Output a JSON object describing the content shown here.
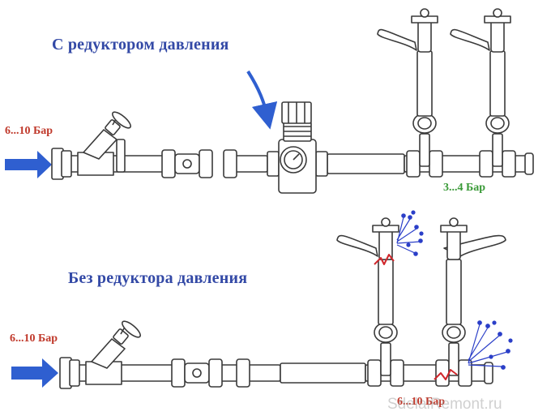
{
  "top": {
    "title": "С редуктором давления",
    "inlet_pressure": "6...10 Бар",
    "outlet_pressure": "3...4 Бар"
  },
  "bottom": {
    "title": "Без редуктора давления",
    "inlet_pressure": "6...10 Бар",
    "outlet_pressure": "6...10 Бар"
  },
  "watermark": "SdelaiRemont.ru",
  "colors": {
    "title": "#3349a6",
    "arrow": "#2f5fd0",
    "inlet_label": "#c0392b",
    "good_outlet_label": "#3a9a38",
    "bad_outlet_label": "#c0392b",
    "spray": "#2b3fc8",
    "leak": "#d0262b"
  }
}
